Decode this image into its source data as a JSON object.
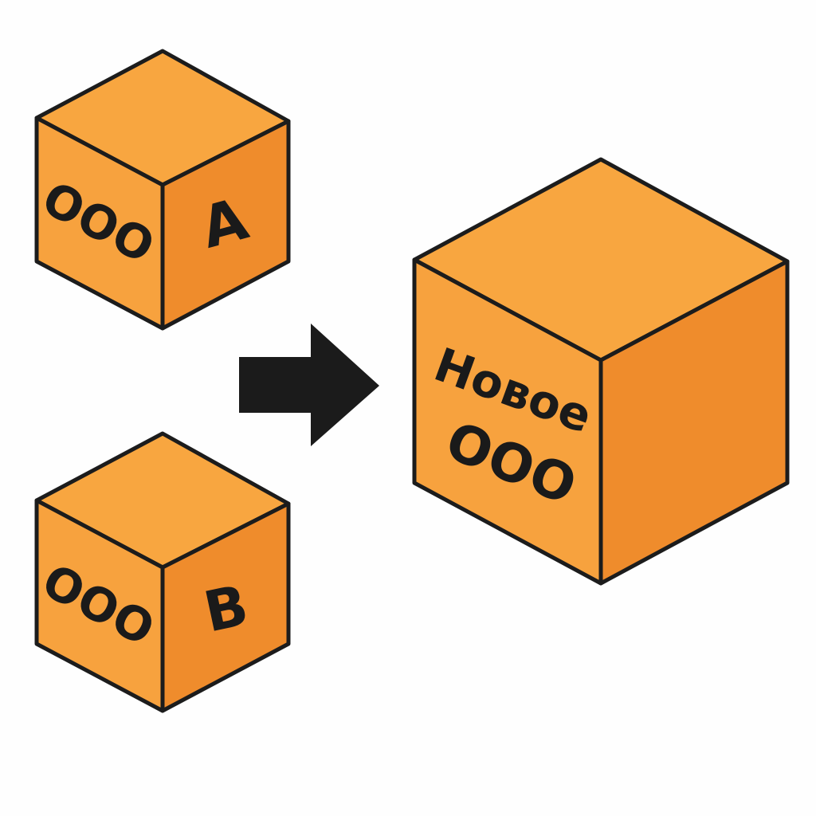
{
  "cubes": {
    "cube_a": {
      "left_label": "ООО",
      "right_label": "A"
    },
    "cube_b": {
      "left_label": "ООО",
      "right_label": "B"
    },
    "new_cube": {
      "line1": "Новое",
      "line2": "ООО"
    }
  },
  "colors": {
    "top_face": "#f8a640",
    "left_face": "#f7a23e",
    "right_face": "#ef8c2c",
    "outline": "#1c1c1c",
    "arrow": "#1b1b1b",
    "text": "#1a1a1a",
    "background": "#fefefe"
  }
}
